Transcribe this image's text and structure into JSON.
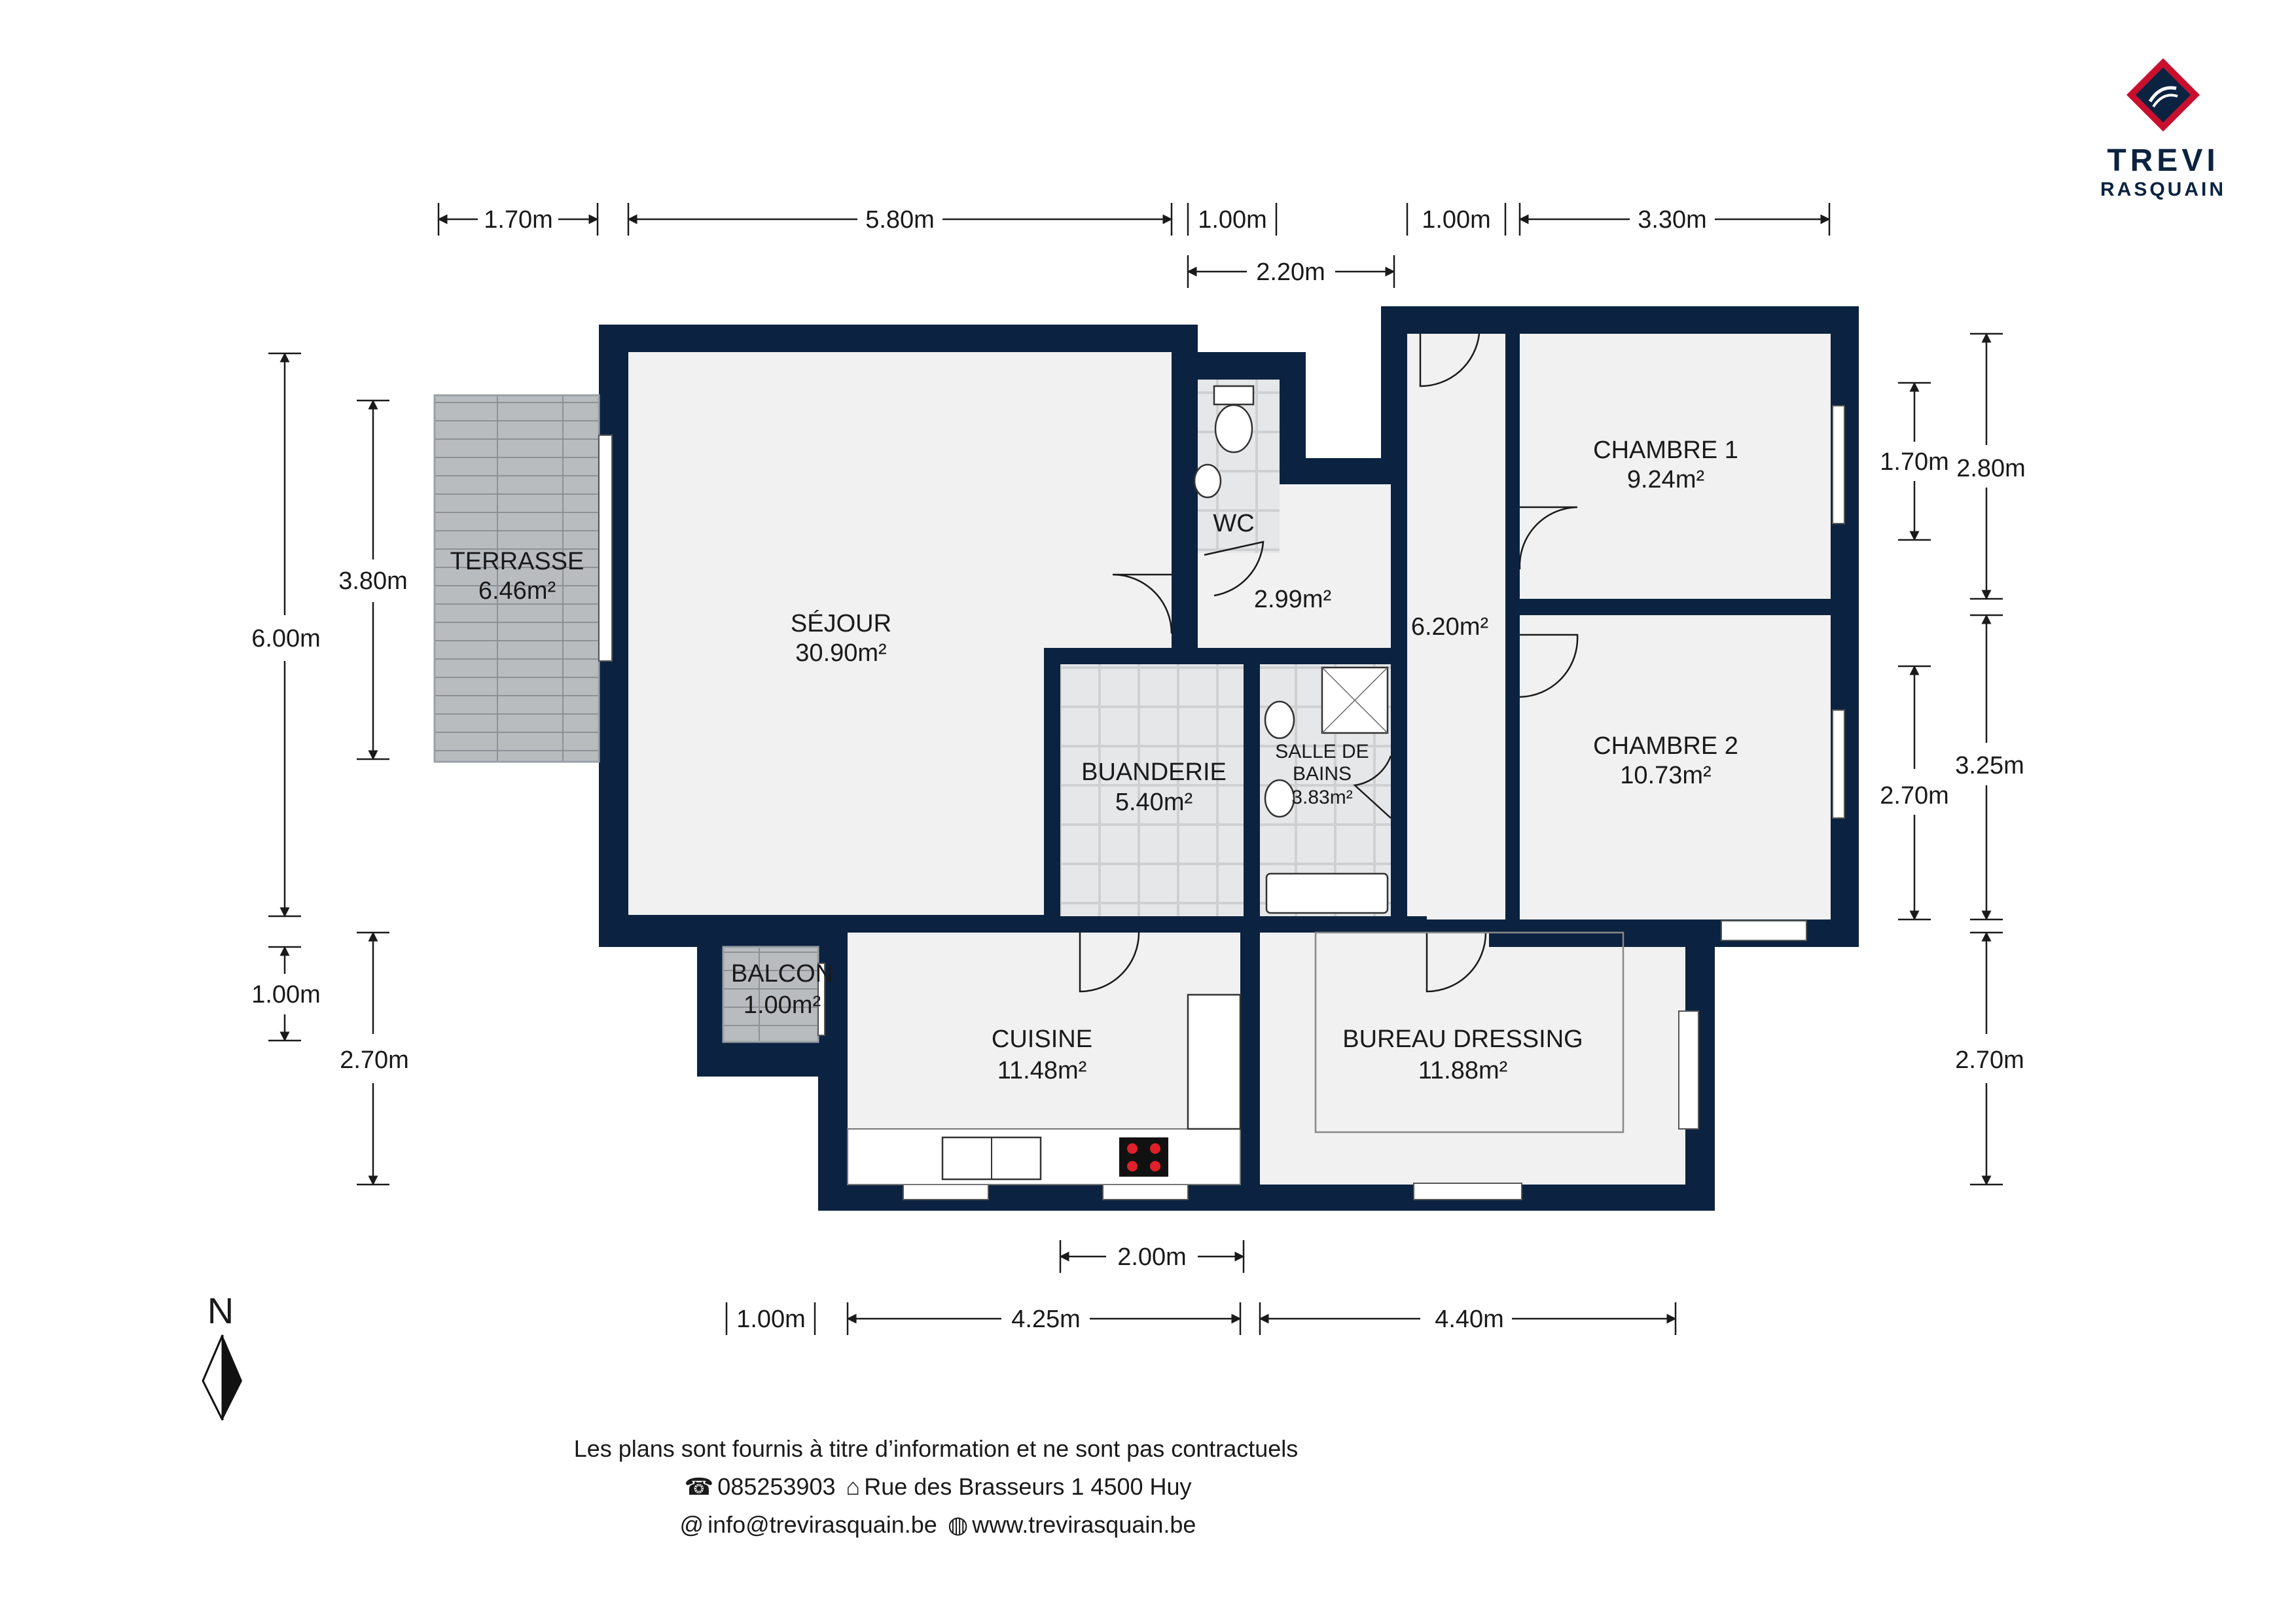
{
  "rooms": {
    "terrasse": {
      "name": "TERRASSE",
      "area": "6.46m²"
    },
    "sejour": {
      "name": "SÉJOUR",
      "area": "30.90m²"
    },
    "wc": {
      "name": "WC"
    },
    "hall": {
      "area": "2.99m²"
    },
    "corridor": {
      "area": "6.20m²"
    },
    "chambre1": {
      "name": "CHAMBRE 1",
      "area": "9.24m²"
    },
    "chambre2": {
      "name": "CHAMBRE 2",
      "area": "10.73m²"
    },
    "buanderie": {
      "name": "BUANDERIE",
      "area": "5.40m²"
    },
    "sdb": {
      "name_l1": "SALLE DE",
      "name_l2": "BAINS",
      "area": "3.83m²"
    },
    "balcon": {
      "name": "BALCON",
      "area": "1.00m²"
    },
    "cuisine": {
      "name": "CUISINE",
      "area": "11.48m²"
    },
    "bureau": {
      "name": "BUREAU DRESSING",
      "area": "11.88m²"
    }
  },
  "dimensions": {
    "top": [
      "1.70m",
      "5.80m",
      "1.00m",
      "1.00m",
      "3.30m"
    ],
    "top_second": "2.20m",
    "left": [
      "6.00m",
      "3.80m",
      "1.00m",
      "2.70m"
    ],
    "right": [
      "1.70m",
      "2.80m",
      "3.25m",
      "2.70m",
      "2.70m"
    ],
    "bottom_upper": "2.00m",
    "bottom": [
      "1.00m",
      "4.25m",
      "4.40m"
    ]
  },
  "compass": {
    "label": "N"
  },
  "footer": {
    "disclaimer": "Les plans sont fournis à titre d’information et ne sont pas contractuels",
    "phone": "085253903",
    "address": "Rue des Brasseurs 1 4500 Huy",
    "email": "info@trevirasquain.be",
    "website": "www.trevirasquain.be"
  },
  "logo": {
    "line1": "TREVI",
    "line2": "RASQUAIN"
  },
  "colors": {
    "walls": "#0b2340",
    "logo_red": "#c8102e",
    "logo_navy": "#0b2340"
  },
  "icons": [
    "phone-icon",
    "house-icon",
    "at-icon",
    "globe-icon",
    "compass-icon"
  ]
}
